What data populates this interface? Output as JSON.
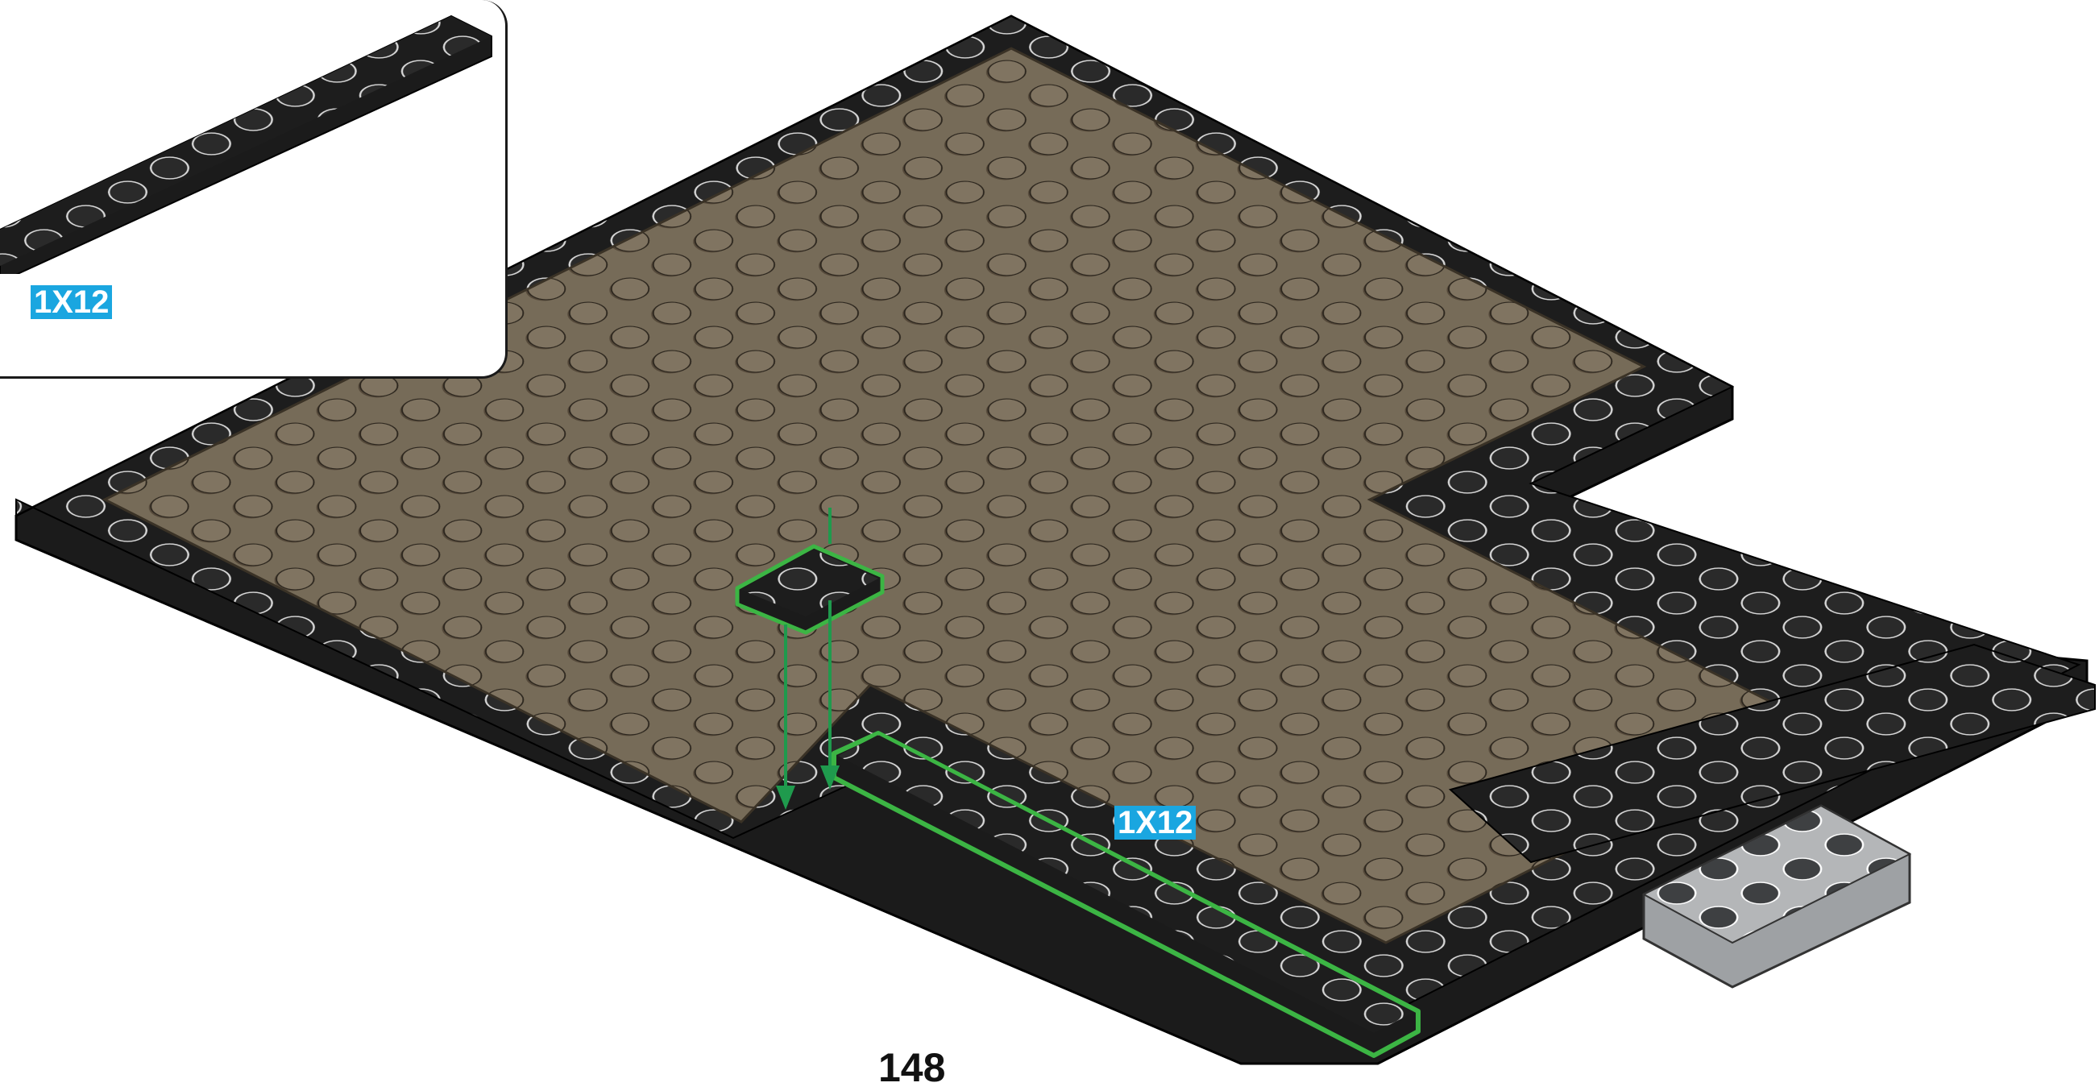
{
  "callout": {
    "part_label": "1X12"
  },
  "main": {
    "part_label": "1X12"
  },
  "page_number": "148",
  "colors": {
    "dark_tan": "#756b5a",
    "black": "#1b1b1b",
    "light_gray": "#a9acaf",
    "highlight_green": "#3cb544",
    "arrow_green": "#1f9a4d",
    "label_blue": "#1aa6e0"
  },
  "icons": [
    "down-arrow-icon",
    "down-arrow-icon"
  ]
}
